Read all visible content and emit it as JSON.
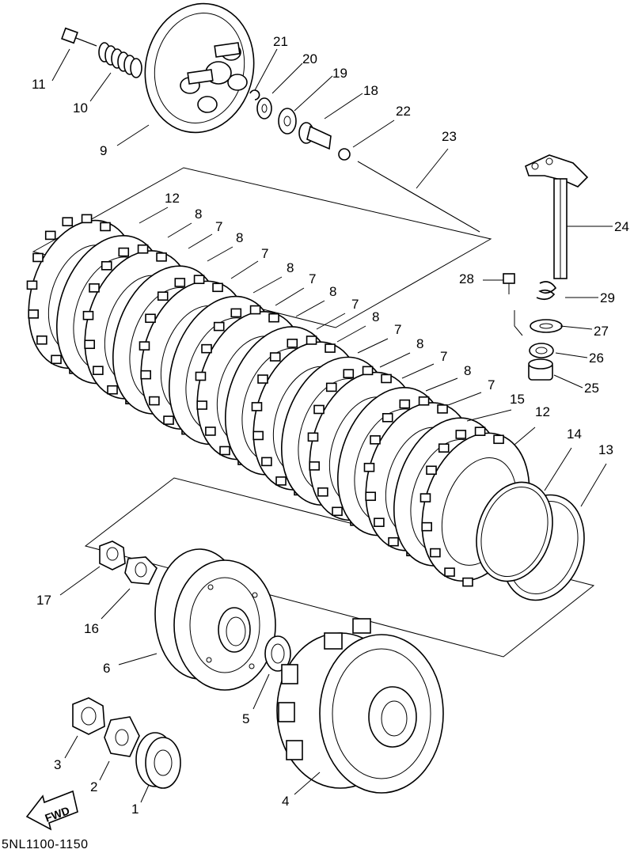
{
  "diagram_code": "5NL1100-1150",
  "fwd_label": "FWD",
  "callouts": [
    {
      "id": "c1",
      "text": "1"
    },
    {
      "id": "c2",
      "text": "2"
    },
    {
      "id": "c3",
      "text": "3"
    },
    {
      "id": "c4",
      "text": "4"
    },
    {
      "id": "c5",
      "text": "5"
    },
    {
      "id": "c6",
      "text": "6"
    },
    {
      "id": "c7a",
      "text": "7"
    },
    {
      "id": "c7b",
      "text": "7"
    },
    {
      "id": "c7c",
      "text": "7"
    },
    {
      "id": "c7d",
      "text": "7"
    },
    {
      "id": "c7e",
      "text": "7"
    },
    {
      "id": "c7f",
      "text": "7"
    },
    {
      "id": "c7g",
      "text": "7"
    },
    {
      "id": "c8a",
      "text": "8"
    },
    {
      "id": "c8b",
      "text": "8"
    },
    {
      "id": "c8c",
      "text": "8"
    },
    {
      "id": "c8d",
      "text": "8"
    },
    {
      "id": "c8e",
      "text": "8"
    },
    {
      "id": "c8f",
      "text": "8"
    },
    {
      "id": "c8g",
      "text": "8"
    },
    {
      "id": "c9",
      "text": "9"
    },
    {
      "id": "c10",
      "text": "10"
    },
    {
      "id": "c11",
      "text": "11"
    },
    {
      "id": "c12a",
      "text": "12"
    },
    {
      "id": "c12b",
      "text": "12"
    },
    {
      "id": "c13",
      "text": "13"
    },
    {
      "id": "c14",
      "text": "14"
    },
    {
      "id": "c15",
      "text": "15"
    },
    {
      "id": "c16",
      "text": "16"
    },
    {
      "id": "c17",
      "text": "17"
    },
    {
      "id": "c18",
      "text": "18"
    },
    {
      "id": "c19",
      "text": "19"
    },
    {
      "id": "c20",
      "text": "20"
    },
    {
      "id": "c21",
      "text": "21"
    },
    {
      "id": "c22",
      "text": "22"
    },
    {
      "id": "c23",
      "text": "23"
    },
    {
      "id": "c24",
      "text": "24"
    },
    {
      "id": "c25",
      "text": "25"
    },
    {
      "id": "c26",
      "text": "26"
    },
    {
      "id": "c27",
      "text": "27"
    },
    {
      "id": "c28",
      "text": "28"
    },
    {
      "id": "c29",
      "text": "29"
    }
  ]
}
